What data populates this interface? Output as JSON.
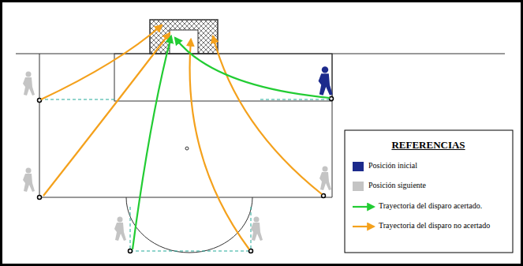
{
  "diagram": {
    "labels": [
      "REFERENCIAS"
    ],
    "legend": [
      {
        "text": "Posición inicial",
        "color": "#1c2a8c"
      },
      {
        "text": "Posición siguiente",
        "color": "#c4c4c4"
      },
      {
        "text": "Trayectoria del disparo acertado."
      },
      {
        "text": "Trayectoria del disparo no acertado"
      }
    ]
  }
}
